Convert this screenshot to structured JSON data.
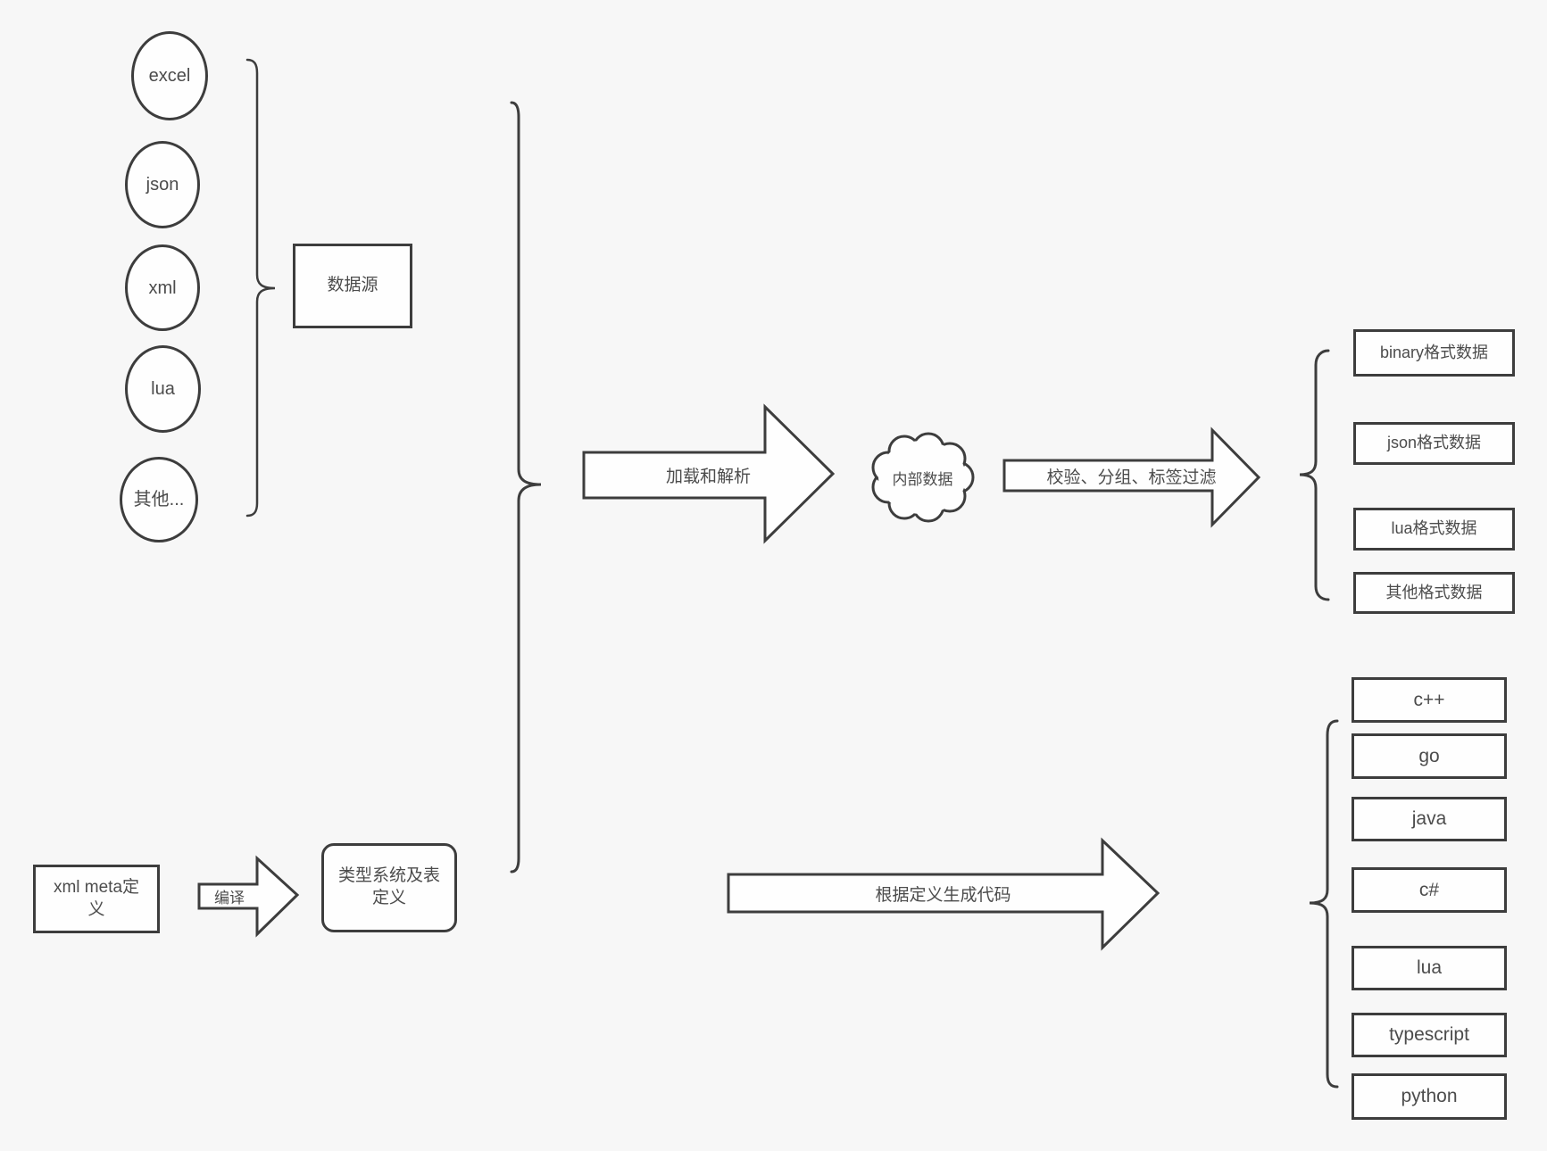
{
  "colors": {
    "background": "#f7f7f7",
    "stroke": "#3d3d3d",
    "text": "#4c4c4c",
    "shape_fill": "#fefefe"
  },
  "sources": {
    "items": [
      "excel",
      "json",
      "xml",
      "lua",
      "其他..."
    ],
    "group_label": "数据源"
  },
  "pipeline": {
    "load_arrow": "加载和解析",
    "cloud": "内部数据",
    "filter_arrow": "校验、分组、标签过滤"
  },
  "outputs": {
    "items": [
      "binary格式数据",
      "json格式数据",
      "lua格式数据",
      "其他格式数据"
    ]
  },
  "meta": {
    "box_lines": [
      "xml meta定",
      "义"
    ],
    "compile_arrow": "编译",
    "type_box_lines": [
      "类型系统及表",
      "定义"
    ],
    "codegen_arrow": "根据定义生成代码"
  },
  "languages": {
    "items": [
      "c++",
      "go",
      "java",
      "c#",
      "lua",
      "typescript",
      "python"
    ]
  }
}
